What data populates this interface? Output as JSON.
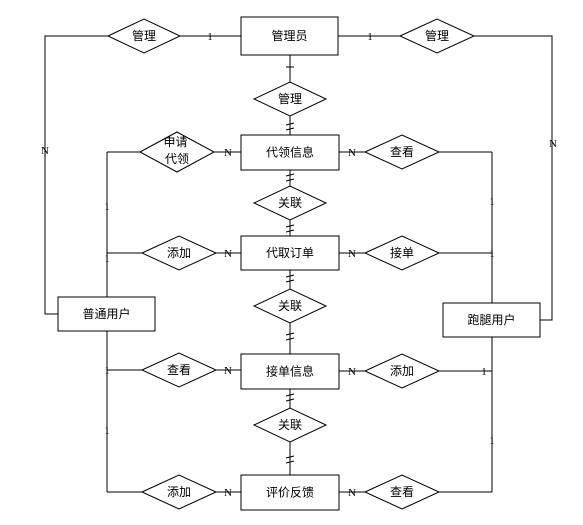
{
  "entities": {
    "admin": "管理员",
    "proxy_info": "代领信息",
    "proxy_order": "代取订单",
    "accept_info": "接单信息",
    "feedback": "评价反馈",
    "normal_user": "普通用户",
    "runner_user": "跑腿用户"
  },
  "relationships": {
    "manage_left": "管理",
    "manage_right": "管理",
    "manage_center": "管理",
    "apply_line1": "申请",
    "apply_line2": "代领",
    "view_proxy_info": "查看",
    "link_1": "关联",
    "add_order": "添加",
    "accept_order": "接单",
    "link_2": "关联",
    "view_accept_info": "查看",
    "add_accept_info": "添加",
    "link_3": "关联",
    "add_feedback": "添加",
    "view_feedback": "查看"
  },
  "cardinalities": {
    "admin_manage_left": "1",
    "normal_manage_left": "N",
    "admin_manage_right": "1",
    "runner_manage_right": "N",
    "normal_apply": "1",
    "apply_proxy_info": "N",
    "proxy_info_view": "N",
    "runner_view_proxy": "1",
    "normal_add_order": "1",
    "add_order_order": "N",
    "order_accept": "N",
    "runner_accept": "1",
    "normal_view_accept": "1",
    "view_accept_info": "N",
    "accept_info_add": "N",
    "runner_add_accept": "1",
    "normal_add_feedback": "1",
    "add_feedback_fb": "N",
    "fb_view": "N",
    "runner_view_fb": "1"
  }
}
